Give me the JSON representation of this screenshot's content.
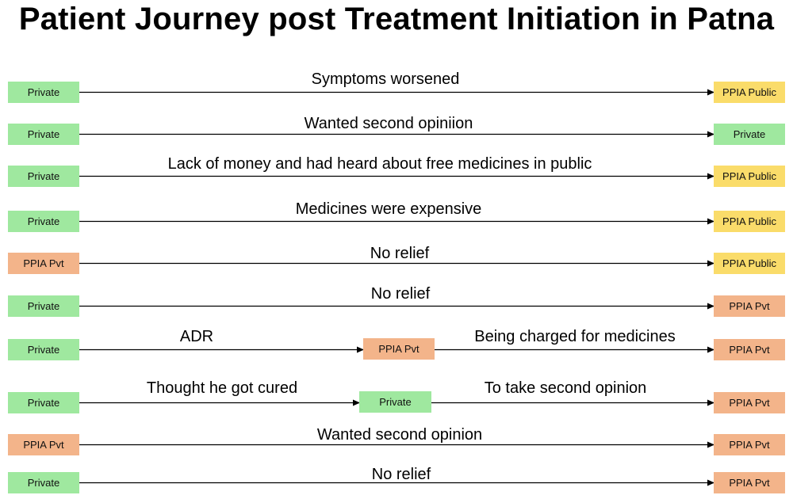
{
  "title": "Patient Journey post Treatment Initiation in Patna",
  "colors": {
    "Private": "#9fe89f",
    "PPIA Pvt": "#f3b48a",
    "PPIA Public": "#fadc6a"
  },
  "journeys": [
    {
      "from": "Private",
      "to": "PPIA Public",
      "reason": "Symptoms worsened"
    },
    {
      "from": "Private",
      "to": "Private",
      "reason": "Wanted second opiniion"
    },
    {
      "from": "Private",
      "to": "PPIA Public",
      "reason": "Lack of money and had heard about free medicines in public"
    },
    {
      "from": "Private",
      "to": "PPIA Public",
      "reason": "Medicines were expensive"
    },
    {
      "from": "PPIA Pvt",
      "to": "PPIA Public",
      "reason": "No relief"
    },
    {
      "from": "Private",
      "to": "PPIA Pvt",
      "reason": "No relief"
    },
    {
      "from": "Private",
      "via": "PPIA Pvt",
      "to": "PPIA Pvt",
      "reason": "ADR",
      "reason2": "Being charged for medicines"
    },
    {
      "from": "Private",
      "via": "Private",
      "to": "PPIA Pvt",
      "reason": "Thought he got cured",
      "reason2": "To take second opinion"
    },
    {
      "from": "PPIA Pvt",
      "to": "PPIA Pvt",
      "reason": "Wanted second opinion"
    },
    {
      "from": "Private",
      "to": "PPIA Pvt",
      "reason": "No relief"
    }
  ]
}
